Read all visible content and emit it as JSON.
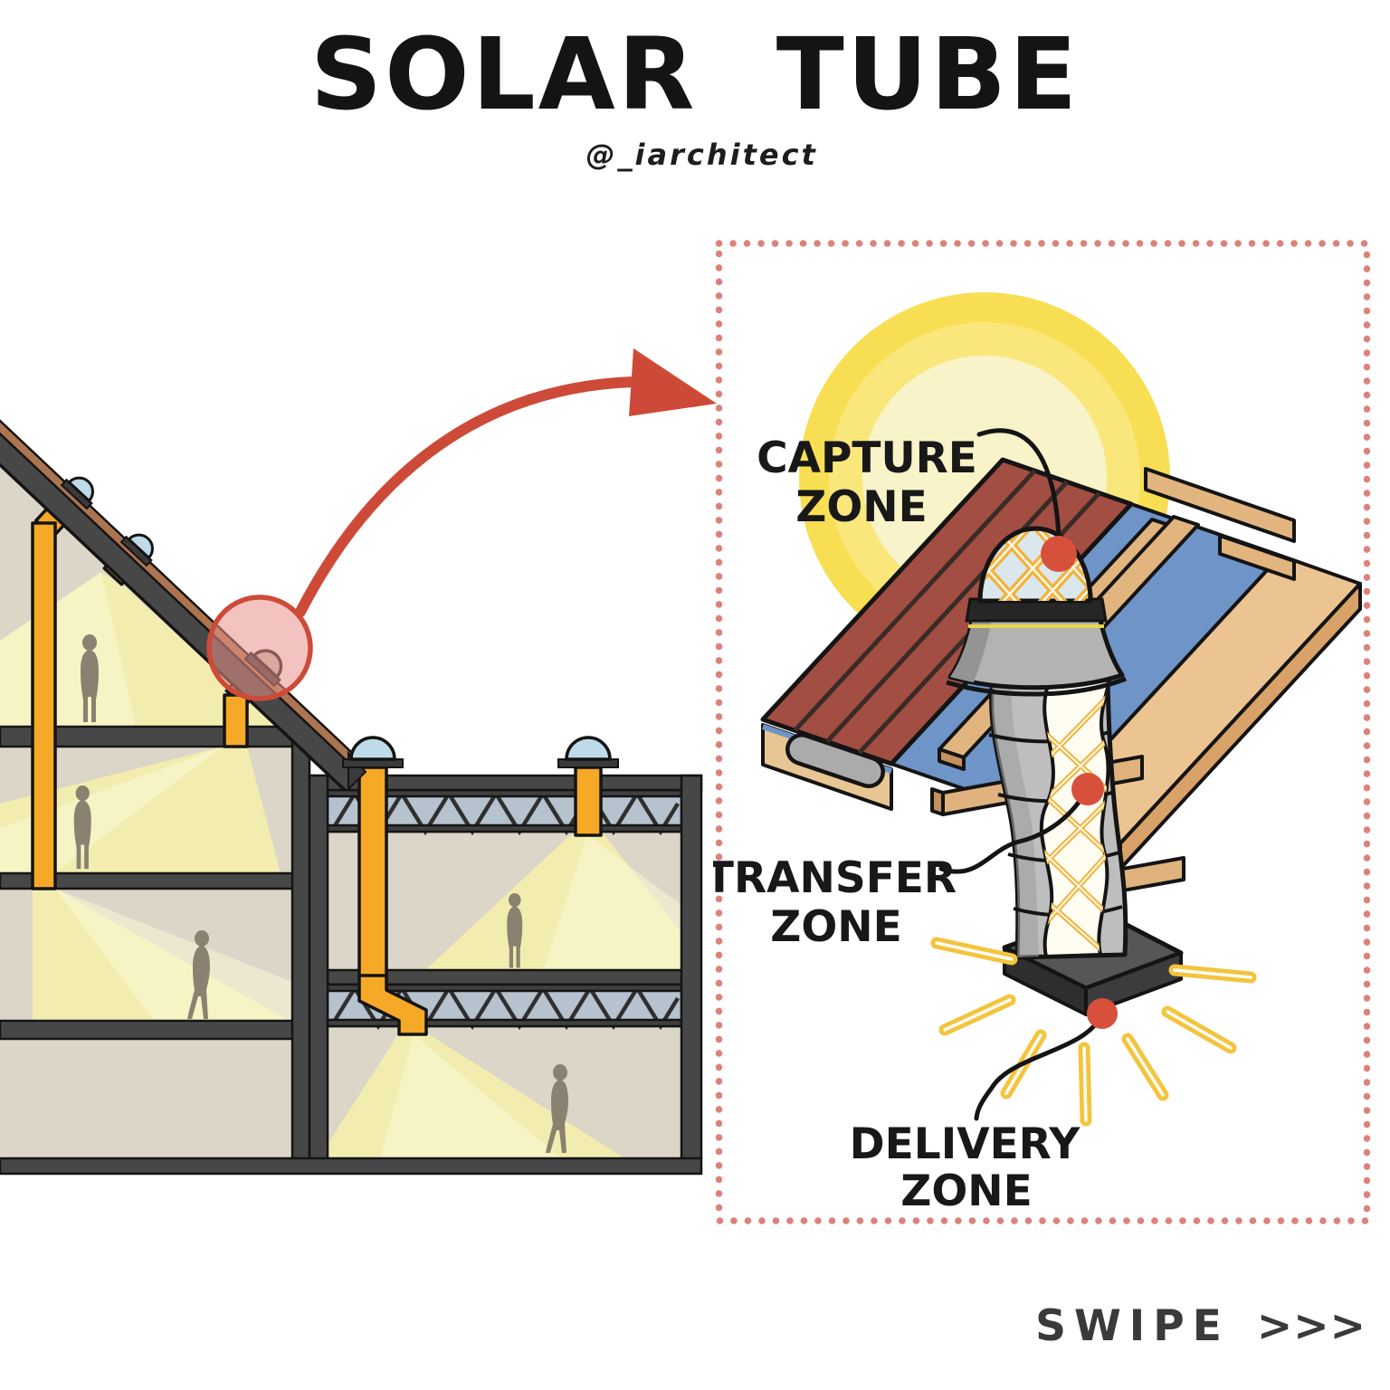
{
  "title": "SOLAR TUBE",
  "author_handle": "@_iarchitect",
  "swipe": {
    "label": "SWIPE",
    "arrows": ">>>"
  },
  "detail_panel": {
    "capture_zone": {
      "line1": "CAPTURE",
      "line2": "ZONE"
    },
    "transfer_zone": {
      "line1": "TRANSFER",
      "line2": "ZONE"
    },
    "delivery_zone": {
      "line1": "DELIVERY",
      "line2": "ZONE"
    }
  },
  "icons": [
    "sun-icon",
    "curved-arrow-icon",
    "highlight-circle-icon",
    "skylight-dome-icon",
    "person-icon",
    "chevron-right-icons",
    "light-rays-icon"
  ],
  "colors": {
    "accent_red": "#CE4A38",
    "dotted_border": "#DC8279",
    "marker_red": "#D6503C",
    "tube_orange": "#F6A827",
    "light_beam_yellow": "#F4F0AC",
    "sun_yellow": "#F8DE52",
    "roof_red": "#A24E43",
    "dome_blue": "#BFDAE8",
    "underlayment_blue": "#6E94C8",
    "wood_tan": "#E2B57E",
    "duct_metal_gray": "#BEBEBE",
    "structure_dark_gray": "#474747",
    "room_beige": "#DCD6C8",
    "truss_blue_gray": "#B6C2CD",
    "person_silhouette": "#8A8171"
  }
}
